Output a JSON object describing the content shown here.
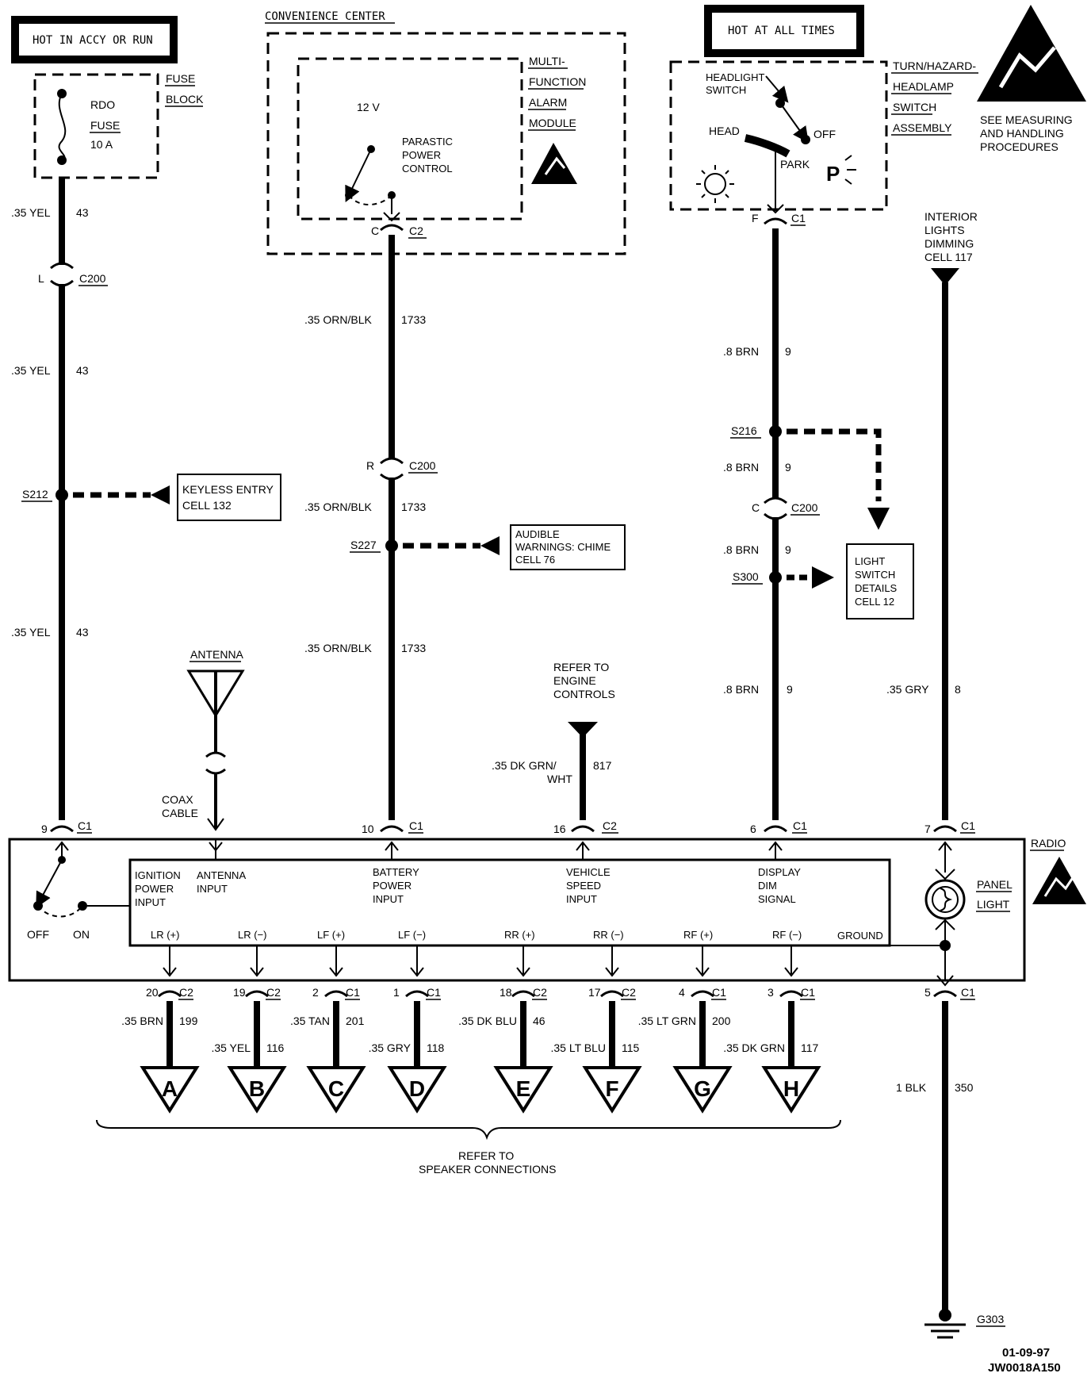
{
  "headers": {
    "hot_accy": "HOT IN ACCY OR RUN",
    "hot_all": "HOT AT ALL TIMES",
    "convenience_center": "CONVENIENCE CENTER"
  },
  "fuse_block": {
    "label_1": "FUSE",
    "label_2": "BLOCK",
    "fuse_name": "RDO",
    "fuse_word": "FUSE",
    "rating": "10 A"
  },
  "mfam": {
    "line1": "MULTI-",
    "line2": "FUNCTION",
    "line3": "ALARM",
    "line4": "MODULE",
    "voltage": "12 V",
    "ppc1": "PARASTIC",
    "ppc2": "POWER",
    "ppc3": "CONTROL"
  },
  "headlamp": {
    "hs1": "HEADLIGHT",
    "hs2": "SWITCH",
    "head": "HEAD",
    "off": "OFF",
    "park": "PARK",
    "p": "P",
    "l1": "TURN/HAZARD-",
    "l2": "HEADLAMP",
    "l3": "SWITCH",
    "l4": "ASSEMBLY"
  },
  "esd_note": {
    "l1": "SEE MEASURING",
    "l2": "AND HANDLING",
    "l3": "PROCEDURES"
  },
  "wires": {
    "w43a_size": ".35 YEL",
    "w43a_num": "43",
    "w43b_size": ".35 YEL",
    "w43b_num": "43",
    "w43c_size": ".35 YEL",
    "w43c_num": "43",
    "w1733a_size": ".35 ORN/BLK",
    "w1733a_num": "1733",
    "w1733b_size": ".35 ORN/BLK",
    "w1733b_num": "1733",
    "w1733c_size": ".35 ORN/BLK",
    "w1733c_num": "1733",
    "w9a_size": ".8 BRN",
    "w9a_num": "9",
    "w9b_size": ".8 BRN",
    "w9b_num": "9",
    "w9c_size": ".8 BRN",
    "w9c_num": "9",
    "w9d_size": ".8 BRN",
    "w9d_num": "9",
    "w8_size": ".35 GRY",
    "w8_num": "8",
    "w817_size1": ".35 DK GRN/",
    "w817_size2": "WHT",
    "w817_num": "817",
    "w350_size": "1 BLK",
    "w350_num": "350"
  },
  "connectors": {
    "c200_l_pin": "L",
    "c200_l": "C200",
    "c2_c_pin": "C",
    "c2_c": "C2",
    "c200_r_pin": "R",
    "c200_r": "C200",
    "c1_f_pin": "F",
    "c1_f": "C1",
    "c200_c_pin": "C",
    "c200_c": "C200",
    "r9_pin": "9",
    "r9": "C1",
    "r10_pin": "10",
    "r10": "C1",
    "r16_pin": "16",
    "r16": "C2",
    "r6_pin": "6",
    "r6": "C1",
    "r7_pin": "7",
    "r7": "C1",
    "r5_pin": "5",
    "r5": "C1"
  },
  "splices": {
    "s212": "S212",
    "s227": "S227",
    "s216": "S216",
    "s300": "S300"
  },
  "refs": {
    "keyless1": "KEYLESS ENTRY",
    "keyless2": "CELL 132",
    "audible1": "AUDIBLE",
    "audible2": "WARNINGS: CHIME",
    "audible3": "CELL 76",
    "light1": "LIGHT",
    "light2": "SWITCH",
    "light3": "DETAILS",
    "light4": "CELL 12",
    "interior1": "INTERIOR",
    "interior2": "LIGHTS",
    "interior3": "DIMMING",
    "interior4": "CELL 117",
    "engine1": "REFER TO",
    "engine2": "ENGINE",
    "engine3": "CONTROLS",
    "speaker1": "REFER TO",
    "speaker2": "SPEAKER CONNECTIONS"
  },
  "antenna": {
    "label": "ANTENNA",
    "coax1": "COAX",
    "coax2": "CABLE"
  },
  "radio": {
    "name": "RADIO",
    "ign1": "IGNITION",
    "ign2": "POWER",
    "ign3": "INPUT",
    "ant1": "ANTENNA",
    "ant2": "INPUT",
    "bat1": "BATTERY",
    "bat2": "POWER",
    "bat3": "INPUT",
    "vss1": "VEHICLE",
    "vss2": "SPEED",
    "vss3": "INPUT",
    "dim1": "DISPLAY",
    "dim2": "DIM",
    "dim3": "SIGNAL",
    "off": "OFF",
    "on": "ON",
    "panel1": "PANEL",
    "panel2": "LIGHT",
    "ground": "GROUND",
    "outputs": [
      {
        "label": "LR (+)",
        "pin": "20",
        "conn": "C2",
        "size": ".35 BRN",
        "num": "199",
        "letter": "A"
      },
      {
        "label": "LR (−)",
        "pin": "19",
        "conn": "C2",
        "size": ".35 YEL",
        "num": "116",
        "letter": "B"
      },
      {
        "label": "LF (+)",
        "pin": "2",
        "conn": "C1",
        "size": ".35 TAN",
        "num": "201",
        "letter": "C"
      },
      {
        "label": "LF (−)",
        "pin": "1",
        "conn": "C1",
        "size": ".35 GRY",
        "num": "118",
        "letter": "D"
      },
      {
        "label": "RR (+)",
        "pin": "18",
        "conn": "C2",
        "size": ".35 DK BLU",
        "num": "46",
        "letter": "E"
      },
      {
        "label": "RR (−)",
        "pin": "17",
        "conn": "C2",
        "size": ".35 LT BLU",
        "num": "115",
        "letter": "F"
      },
      {
        "label": "RF (+)",
        "pin": "4",
        "conn": "C1",
        "size": ".35 LT GRN",
        "num": "200",
        "letter": "G"
      },
      {
        "label": "RF (−)",
        "pin": "3",
        "conn": "C1",
        "size": ".35 DK GRN",
        "num": "117",
        "letter": "H"
      }
    ]
  },
  "ground": {
    "label": "G303"
  },
  "footer": {
    "date": "01-09-97",
    "code": "JW0018A150"
  }
}
